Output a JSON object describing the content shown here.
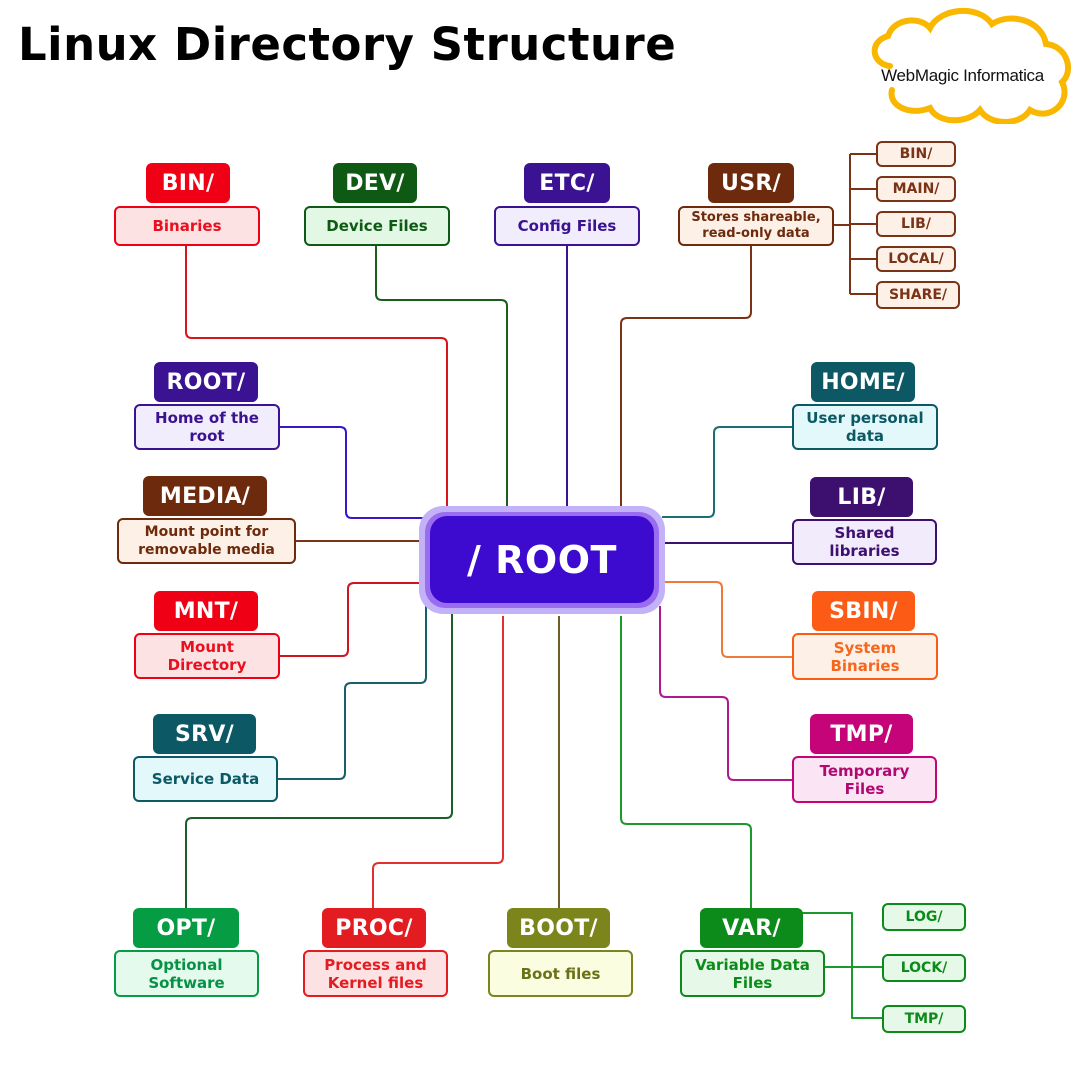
{
  "header": {
    "title": "Linux Directory Structure",
    "brand": "WebMagic Informatica",
    "brand_color": "#f9b700"
  },
  "center": {
    "label": "/ ROOT",
    "color": "#3d0ad0"
  },
  "directories": [
    {
      "id": "bin",
      "name": "BIN/",
      "description": "Binaries",
      "color": "#f00014",
      "fill": "#fde2e4",
      "text": "#e8101e"
    },
    {
      "id": "dev",
      "name": "DEV/",
      "description": "Device Files",
      "color": "#0e5a14",
      "fill": "#e3f8e4",
      "text": "#0e5a14"
    },
    {
      "id": "etc",
      "name": "ETC/",
      "description": "Config Files",
      "color": "#3a1292",
      "fill": "#f1edfc",
      "text": "#3a1292"
    },
    {
      "id": "usr",
      "name": "USR/",
      "description": "Stores shareable,\nread-only data",
      "color": "#6e2a0c",
      "fill": "#fdf0e6",
      "text": "#6e2a0c"
    },
    {
      "id": "root",
      "name": "ROOT/",
      "description": "Home of the\nroot",
      "color": "#3a1292",
      "fill": "#f1edfc",
      "text": "#3a1292"
    },
    {
      "id": "media",
      "name": "MEDIA/",
      "description": "Mount point for\nremovable media",
      "color": "#6e2a0c",
      "fill": "#fdf0e6",
      "text": "#6e2a0c"
    },
    {
      "id": "mnt",
      "name": "MNT/",
      "description": "Mount\nDirectory",
      "color": "#f00014",
      "fill": "#fde2e4",
      "text": "#e8101e"
    },
    {
      "id": "srv",
      "name": "SRV/",
      "description": "Service Data",
      "color": "#0c5965",
      "fill": "#e2f8fb",
      "text": "#0c5965"
    },
    {
      "id": "home",
      "name": "HOME/",
      "description": "User personal\ndata",
      "color": "#0c5965",
      "fill": "#e2f8fb",
      "text": "#0c5965"
    },
    {
      "id": "lib",
      "name": "LIB/",
      "description": "Shared\nlibraries",
      "color": "#3d0f6e",
      "fill": "#f2ebfb",
      "text": "#3d0f6e"
    },
    {
      "id": "sbin",
      "name": "SBIN/",
      "description": "System\nBinaries",
      "color": "#fb5b14",
      "fill": "#fdf0e6",
      "text": "#f5661e"
    },
    {
      "id": "tmp",
      "name": "TMP/",
      "description": "Temporary\nFiles",
      "color": "#c40478",
      "fill": "#fbe4f3",
      "text": "#b00a72"
    },
    {
      "id": "opt",
      "name": "OPT/",
      "description": "Optional\nSoftware",
      "color": "#069c44",
      "fill": "#e3faed",
      "text": "#069244"
    },
    {
      "id": "proc",
      "name": "PROC/",
      "description": "Process and\nKernel files",
      "color": "#e31c22",
      "fill": "#fde2e4",
      "text": "#e31c22"
    },
    {
      "id": "boot",
      "name": "BOOT/",
      "description": "Boot files",
      "color": "#7c841c",
      "fill": "#fbfde0",
      "text": "#6a7218"
    },
    {
      "id": "var",
      "name": "VAR/",
      "description": "Variable Data\nFiles",
      "color": "#0c8a1a",
      "fill": "#e6f8e8",
      "text": "#0c8a1a"
    }
  ],
  "usr_children": {
    "color": "#7a3316",
    "fill": "#fdf0e6",
    "items": [
      "BIN/",
      "MAIN/",
      "LIB/",
      "LOCAL/",
      "SHARE/"
    ]
  },
  "var_children": {
    "color": "#0c8a1a",
    "fill": "#e6f8e8",
    "items": [
      "LOG/",
      "LOCK/",
      "TMP/"
    ]
  },
  "connector_colors": {
    "bin": "#d8141c",
    "dev": "#1a5e1e",
    "etc": "#3a1292",
    "usr": "#7a3316",
    "root": "#3a16c8",
    "media": "#7a3316",
    "mnt": "#d01420",
    "srv": "#1a5e6a",
    "home": "#1a6e74",
    "lib": "#3d0f6e",
    "sbin": "#f07838",
    "tmp": "#b01890",
    "opt": "#1a5e2a",
    "proc": "#e03030",
    "boot": "#6e5e2a",
    "var": "#1a9a2a"
  }
}
